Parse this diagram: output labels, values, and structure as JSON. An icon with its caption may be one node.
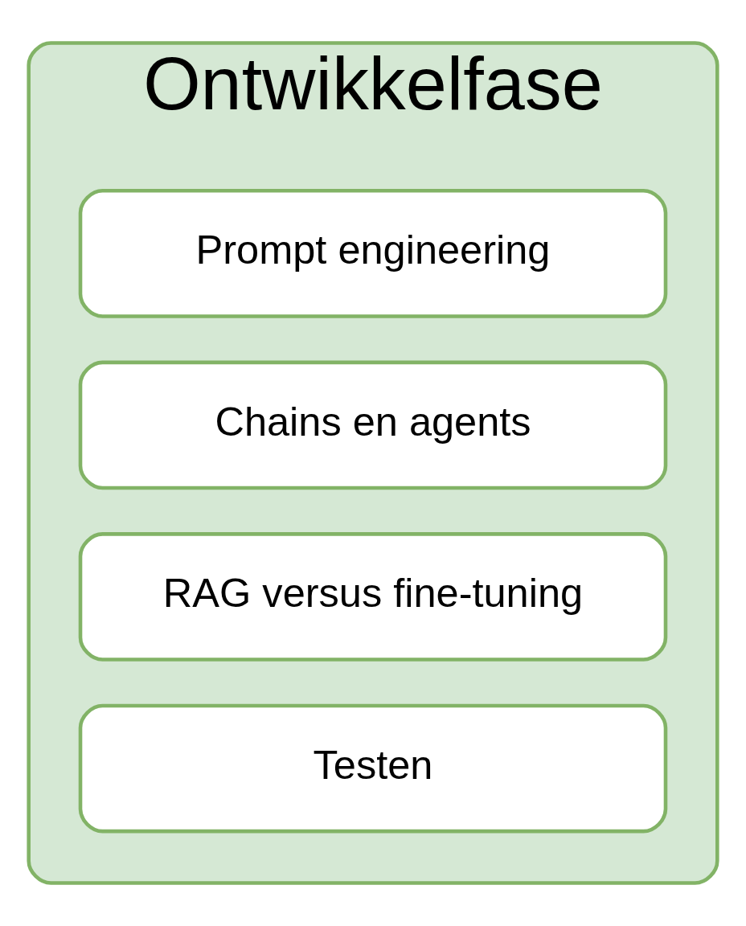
{
  "diagram": {
    "nodes": [
      {
        "text": [
          "Ontwikkelfase"
        ]
      },
      {
        "text": [
          "Prompt engineering"
        ],
        "in": 0
      },
      {
        "text": [
          "Chains en agents"
        ],
        "in": 0
      },
      {
        "text": [
          "RAG versus fine-tuning"
        ],
        "in": 0
      },
      {
        "text": [
          "Testen"
        ],
        "in": 0
      }
    ]
  }
}
